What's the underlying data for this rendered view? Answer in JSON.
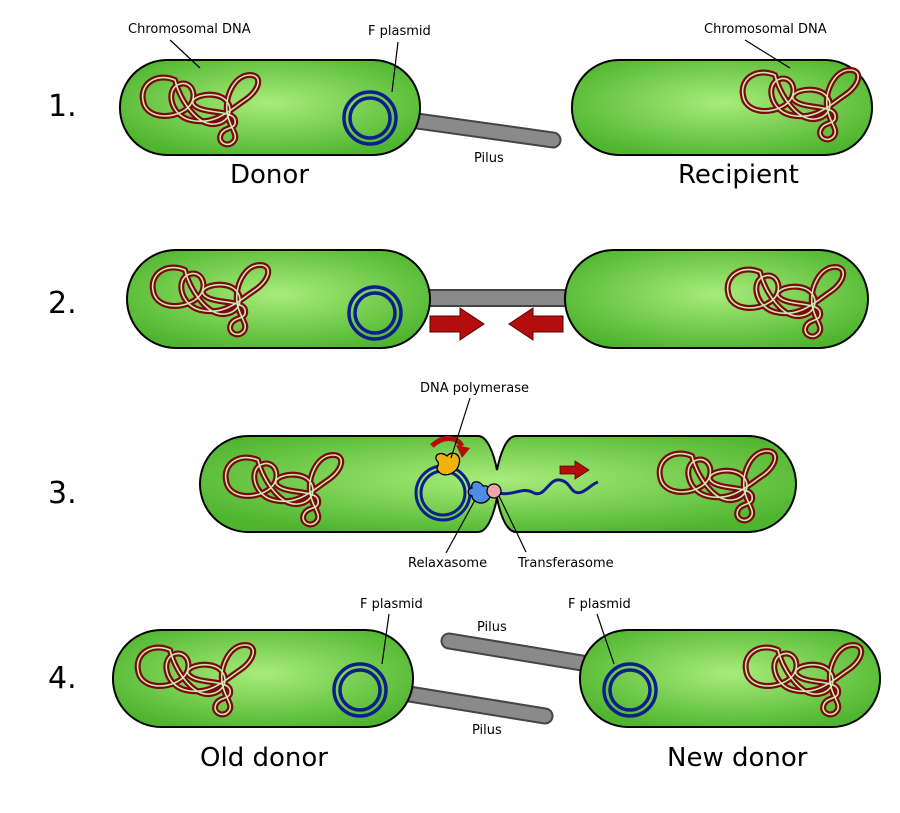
{
  "steps": [
    {
      "number": "1.",
      "labels": {
        "chromosomal_dna_left": "Chromosomal DNA",
        "f_plasmid": "F plasmid",
        "chromosomal_dna_right": "Chromosomal DNA",
        "pilus": "Pilus",
        "donor": "Donor",
        "recipient": "Recipient"
      }
    },
    {
      "number": "2."
    },
    {
      "number": "3.",
      "labels": {
        "dna_polymerase": "DNA polymerase",
        "relaxasome": "Relaxasome",
        "transferasome": "Transferasome"
      }
    },
    {
      "number": "4.",
      "labels": {
        "f_plasmid_left": "F plasmid",
        "f_plasmid_right": "F plasmid",
        "pilus_top": "Pilus",
        "pilus_bottom": "Pilus",
        "old_donor": "Old donor",
        "new_donor": "New donor"
      }
    }
  ],
  "colors": {
    "cell_fill": "#5cbf3a",
    "cell_highlight": "#9be36f",
    "cell_outline": "#000000",
    "chromosome": "#7b0a0a",
    "plasmid": "#0d1f8c",
    "pilus": "#808080",
    "arrow": "#b30d0d",
    "dna_polymerase": "#f2b20c",
    "relaxasome": "#4d8de8",
    "transferasome": "#f0a6a6"
  }
}
